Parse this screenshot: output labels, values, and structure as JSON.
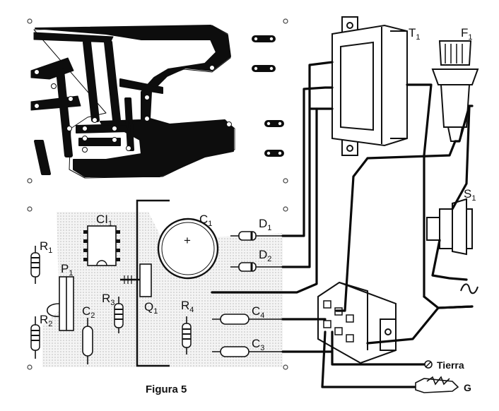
{
  "figure": {
    "caption": "Figura 5"
  },
  "labels": {
    "T1": {
      "main": "T",
      "sub": "1"
    },
    "F1": {
      "main": "F",
      "sub": "1"
    },
    "S1": {
      "main": "S",
      "sub": "1"
    },
    "C1": {
      "main": "C",
      "sub": "1"
    },
    "CI1": {
      "main": "CI",
      "sub": "1"
    },
    "D1": {
      "main": "D",
      "sub": "1"
    },
    "D2": {
      "main": "D",
      "sub": "2"
    },
    "R1": {
      "main": "R",
      "sub": "1"
    },
    "R2": {
      "main": "R",
      "sub": "2"
    },
    "R3": {
      "main": "R",
      "sub": "3"
    },
    "R4": {
      "main": "R",
      "sub": "4"
    },
    "P1": {
      "main": "P",
      "sub": "1"
    },
    "C2": {
      "main": "C",
      "sub": "2"
    },
    "C3": {
      "main": "C",
      "sub": "3"
    },
    "C4": {
      "main": "C",
      "sub": "4"
    },
    "Q1": {
      "main": "Q",
      "sub": "1"
    }
  },
  "terminals": {
    "tierra": "Tierra",
    "g": "G"
  },
  "symbols": {
    "plus": "+",
    "ac": "ac-wave-icon"
  }
}
